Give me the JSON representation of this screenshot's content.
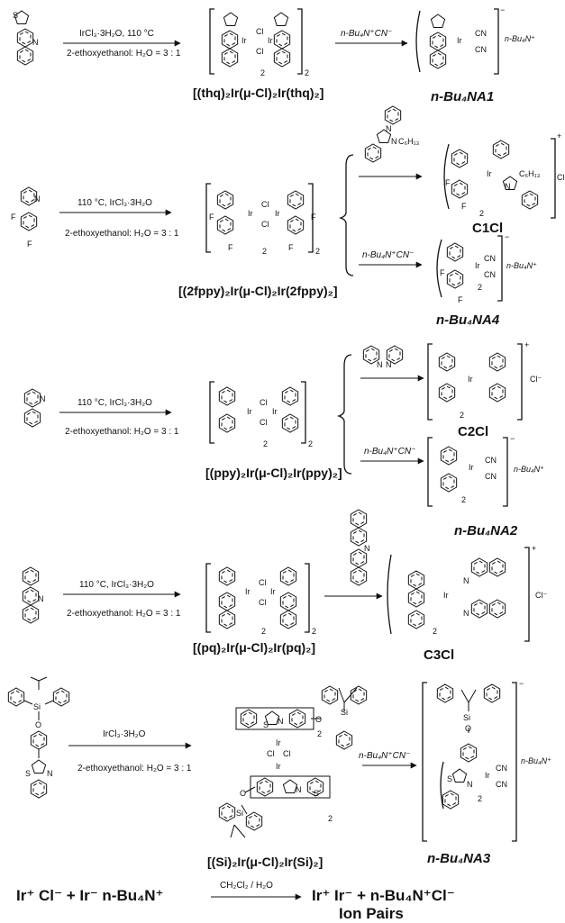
{
  "rows": [
    {
      "id": "thq",
      "cond_top": "IrCl₃·3H₂O, 110 °C",
      "cond_bottom": "2-ethoxyethanol: H₂O = 3 : 1",
      "dimer_label": "[(thq)₂Ir(μ-Cl)₂Ir(thq)₂]",
      "reagent": "n-Bu₄N⁺CN⁻",
      "product": "n-Bu₄NA1"
    },
    {
      "id": "2fppy",
      "cond_top": "110 °C, IrCl₃·3H₂O",
      "cond_bottom": "2-ethoxyethanol: H₂O = 3 : 1",
      "dimer_label": "[(2fppy)₂Ir(μ-Cl)₂Ir(2fppy)₂]",
      "reagent": "n-Bu₄N⁺CN⁻",
      "product_a": "C1Cl",
      "product_b": "n-Bu₄NA4"
    },
    {
      "id": "ppy",
      "cond_top": "110 °C, IrCl₃·3H₂O",
      "cond_bottom": "2-ethoxyethanol: H₂O = 3 : 1",
      "dimer_label": "[(ppy)₂Ir(μ-Cl)₂Ir(ppy)₂]",
      "reagent": "n-Bu₄N⁺CN⁻",
      "product_a": "C2Cl",
      "product_b": "n-Bu₄NA2"
    },
    {
      "id": "pq",
      "cond_top": "110 °C, IrCl₃·3H₂O",
      "cond_bottom": "2-ethoxyethanol: H₂O = 3 : 1",
      "dimer_label": "[(pq)₂Ir(μ-Cl)₂Ir(pq)₂]",
      "product": "C3Cl"
    },
    {
      "id": "si",
      "cond_top": "IrCl₃·3H₂O",
      "cond_bottom": "2-ethoxyethanol: H₂O = 3 : 1",
      "dimer_label": "[(Si)₂Ir(μ-Cl)₂Ir(Si)₂]",
      "reagent": "n-Bu₄N⁺CN⁻",
      "product": "n-Bu₄NA3"
    }
  ],
  "atoms": {
    "ir": "Ir",
    "cl": "Cl",
    "cn": "CN",
    "n": "N",
    "s": "S",
    "f": "F",
    "o": "O",
    "si": "Si",
    "hexyl": "C₆H₁₃",
    "sub2": "2",
    "plus": "+",
    "minus": "−",
    "cl_minus": "Cl⁻",
    "cation": "n-Bu₄N⁺"
  },
  "equation": {
    "left": "Ir⁺ Cl⁻ + Ir⁻ n-Bu₄N⁺",
    "condition": "CH₂Cl₂ / H₂O",
    "right": "Ir⁺ Ir⁻  +  n-Bu₄N⁺Cl⁻",
    "caption": "Ion Pairs"
  }
}
